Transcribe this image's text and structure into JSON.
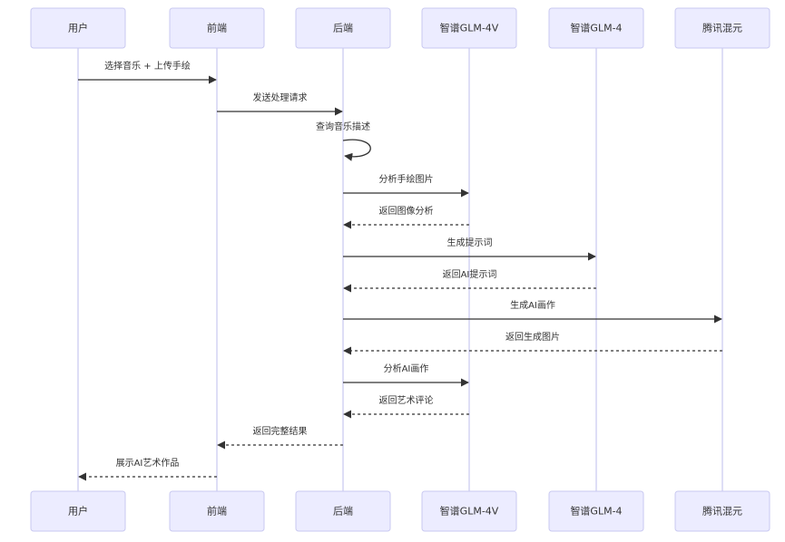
{
  "participants": [
    {
      "id": "user",
      "label": "用户"
    },
    {
      "id": "frontend",
      "label": "前端"
    },
    {
      "id": "backend",
      "label": "后端"
    },
    {
      "id": "glm4v",
      "label": "智谱GLM-4V"
    },
    {
      "id": "glm4",
      "label": "智谱GLM-4"
    },
    {
      "id": "hunyuan",
      "label": "腾讯混元"
    }
  ],
  "messages": [
    {
      "from": "user",
      "to": "frontend",
      "label": "选择音乐 + 上传手绘",
      "style": "solid"
    },
    {
      "from": "frontend",
      "to": "backend",
      "label": "发送处理请求",
      "style": "solid"
    },
    {
      "from": "backend",
      "to": "backend",
      "label": "查询音乐描述",
      "style": "solid"
    },
    {
      "from": "backend",
      "to": "glm4v",
      "label": "分析手绘图片",
      "style": "solid"
    },
    {
      "from": "glm4v",
      "to": "backend",
      "label": "返回图像分析",
      "style": "dashed"
    },
    {
      "from": "backend",
      "to": "glm4",
      "label": "生成提示词",
      "style": "solid"
    },
    {
      "from": "glm4",
      "to": "backend",
      "label": "返回AI提示词",
      "style": "dashed"
    },
    {
      "from": "backend",
      "to": "hunyuan",
      "label": "生成AI画作",
      "style": "solid"
    },
    {
      "from": "hunyuan",
      "to": "backend",
      "label": "返回生成图片",
      "style": "dashed"
    },
    {
      "from": "backend",
      "to": "glm4v",
      "label": "分析AI画作",
      "style": "solid"
    },
    {
      "from": "glm4v",
      "to": "backend",
      "label": "返回艺术评论",
      "style": "dashed"
    },
    {
      "from": "backend",
      "to": "frontend",
      "label": "返回完整结果",
      "style": "dashed"
    },
    {
      "from": "frontend",
      "to": "user",
      "label": "展示AI艺术作品",
      "style": "dashed"
    }
  ]
}
